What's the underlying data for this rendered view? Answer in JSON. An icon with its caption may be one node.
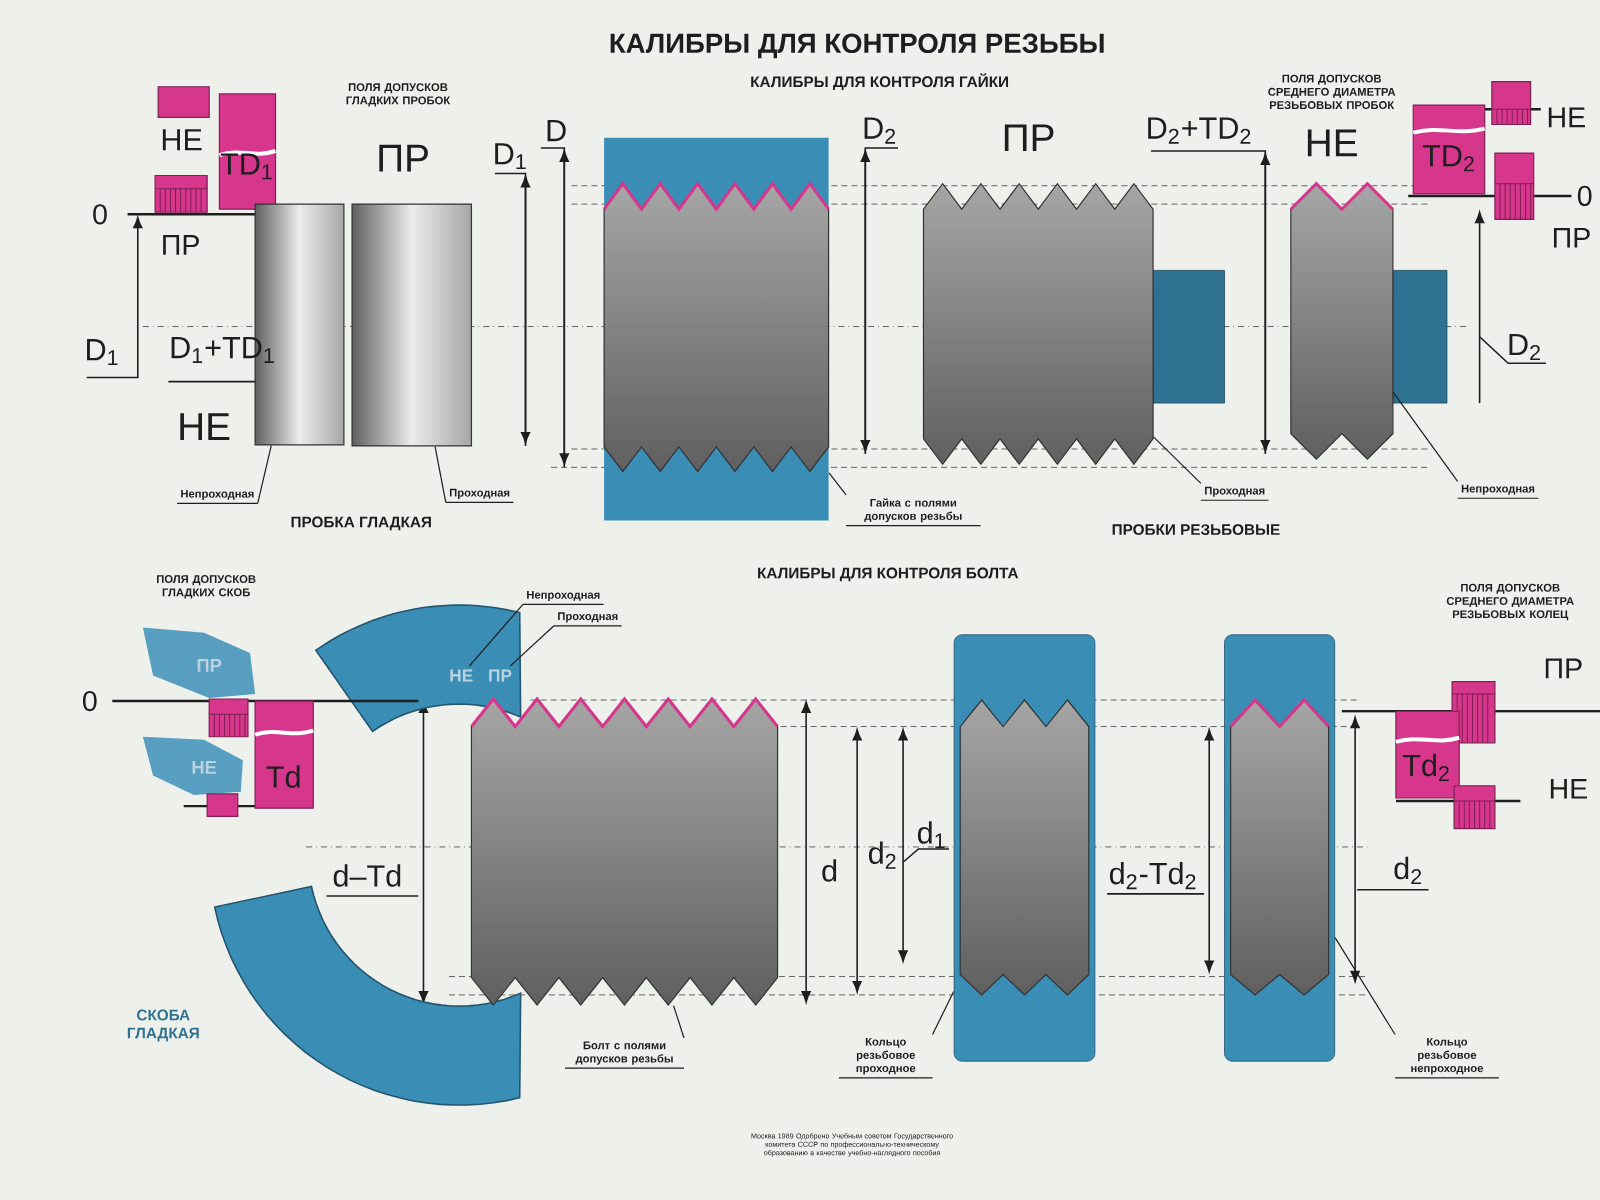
{
  "diagram": {
    "title": "КАЛИБРЫ ДЛЯ КОНТРОЛЯ РЕЗЬБЫ",
    "nodes": [
      {
        "text": [
          "Непроходная"
        ]
      },
      {
        "text": [
          "Проходная"
        ]
      },
      {
        "text": [],
        "shape": "picture"
      },
      {
        "text": [],
        "shape": "picture"
      },
      {
        "text": [
          "Гайка с полями допусков резьбы"
        ]
      },
      {
        "text": [],
        "shape": "picture"
      },
      {
        "text": [
          "Проходная"
        ]
      },
      {
        "text": [],
        "shape": "picture"
      },
      {
        "text": [
          "Непроходная"
        ]
      },
      {
        "text": [],
        "shape": "picture"
      },
      {
        "text": [
          "Непроходная"
        ]
      },
      {
        "text": [
          "Проходная"
        ]
      },
      {
        "text": [
          "НЕ"
        ]
      },
      {
        "text": [
          "ПР"
        ]
      },
      {
        "text": [
          "Болт с полями допусков резьбы"
        ]
      },
      {
        "text": [],
        "shape": "picture"
      },
      {
        "text": [
          "Кольцо резьбовое проходное"
        ]
      },
      {
        "text": [],
        "shape": "picture"
      },
      {
        "text": [
          "Кольцо резьбовое непроходное"
        ]
      },
      {
        "text": [],
        "shape": "picture"
      }
    ],
    "edges": [
      {
        "from": 0,
        "to": 2,
        "arrow": "none"
      },
      {
        "from": 1,
        "to": 3,
        "arrow": "none"
      },
      {
        "from": 4,
        "to": 5,
        "arrow": "none"
      },
      {
        "from": 6,
        "to": 7,
        "arrow": "none"
      },
      {
        "from": 8,
        "to": 9,
        "arrow": "none"
      },
      {
        "from": 10,
        "to": 12,
        "arrow": "none"
      },
      {
        "from": 11,
        "to": 13,
        "arrow": "none"
      },
      {
        "from": 14,
        "to": 15,
        "arrow": "none"
      },
      {
        "from": 16,
        "to": 17,
        "arrow": "none"
      },
      {
        "from": 18,
        "to": 19,
        "arrow": "none"
      }
    ],
    "labels": [
      "КАЛИБРЫ ДЛЯ КОНТРОЛЯ ГАЙКИ",
      "ПОЛЯ ДОПУСКОВ ГЛАДКИХ ПРОБОК",
      "НЕ",
      "TD$_{1}$",
      "0",
      "ПР",
      "ПР",
      "D$_{1}$",
      "D$_{1}$+TD$_{1}$",
      "НЕ",
      "D$_{1}$",
      "D",
      "D$_{2}$",
      "ПР",
      "D$_{2}$+TD$_{2}$",
      "ПОЛЯ ДОПУСКОВ СРЕДНЕГО ДИАМЕТРА РЕЗЬБОВЫХ ПРОБОК",
      "НЕ",
      "TD$_{2}$",
      "НЕ",
      "0",
      "ПР",
      "D$_{2}$",
      "ПРОБКА ГЛАДКАЯ",
      "ПРОБКИ РЕЗЬБОВЫЕ",
      "КАЛИБРЫ ДЛЯ КОНТРОЛЯ БОЛТА",
      "ПОЛЯ ДОПУСКОВ ГЛАДКИХ СКОБ",
      "ПОЛЯ ДОПУСКОВ СРЕДНЕГО ДИАМЕТРА РЕЗЬБОВЫХ КОЛЕЦ",
      "0",
      "ПР",
      "НЕ",
      "Td",
      "ПР",
      "Td$_{2}$",
      "НЕ",
      "d–Td",
      "d",
      "d$_{2}$",
      "d$_{1}$",
      "d$_{2}$-Td$_{2}$",
      "d$_{2}$",
      "СКОБА ГЛАДКАЯ",
      "Москва 1989 Одобрено Учебным советом Государственного комитета СССР по профессионально-техническому образованию в качестве учебно-наглядного пособия"
    ]
  }
}
